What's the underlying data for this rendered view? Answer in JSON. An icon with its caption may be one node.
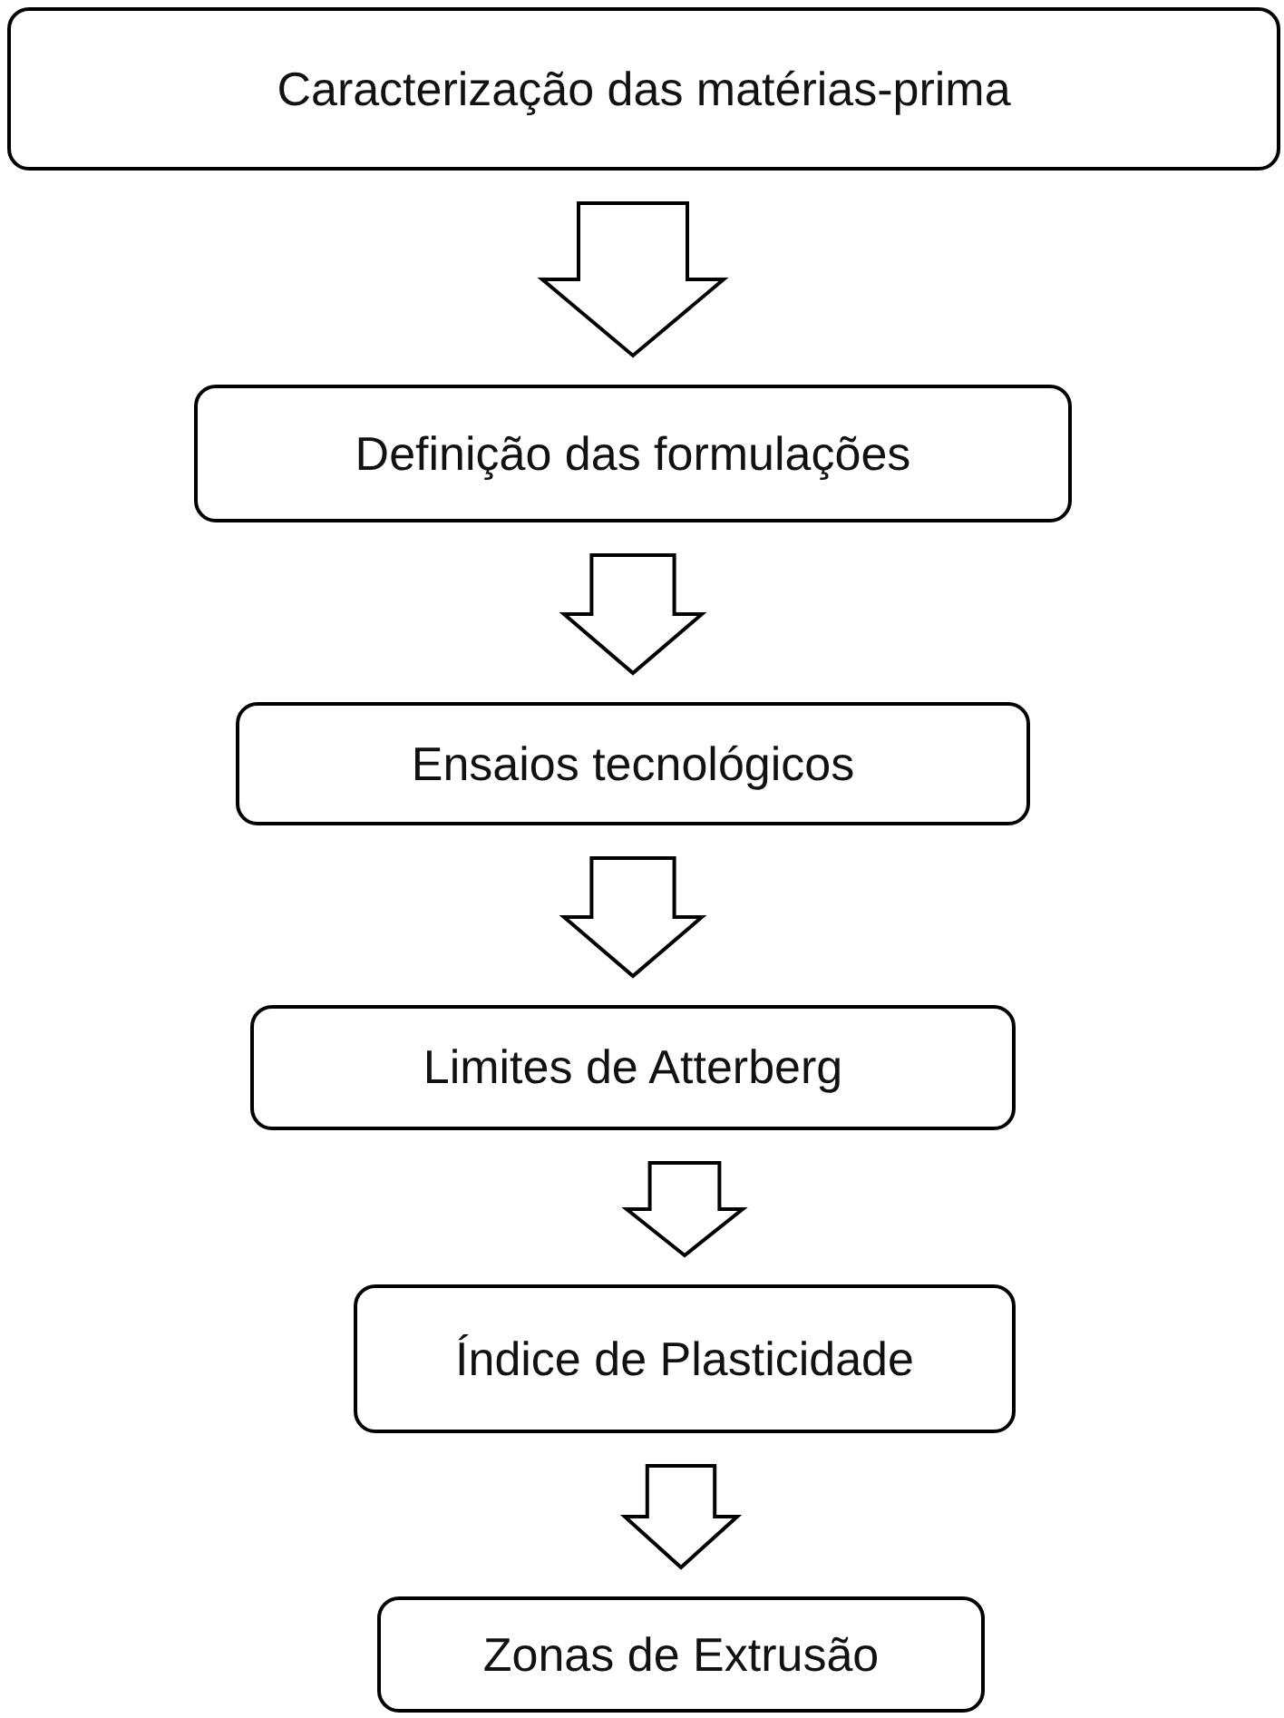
{
  "diagram": {
    "nodes": [
      {
        "text": [
          "Caracterização das matérias-prima"
        ]
      },
      {
        "text": [
          "Definição das formulações"
        ]
      },
      {
        "text": [
          "Ensaios tecnológicos"
        ]
      },
      {
        "text": [
          "Limites de Atterberg"
        ]
      },
      {
        "text": [
          "Índice de Plasticidade"
        ]
      },
      {
        "text": [
          "Zonas de Extrusão"
        ]
      }
    ],
    "edges": [
      {
        "from": 0,
        "to": 1,
        "arrow": "to"
      },
      {
        "from": 1,
        "to": 2,
        "arrow": "to"
      },
      {
        "from": 2,
        "to": 3,
        "arrow": "to"
      },
      {
        "from": 3,
        "to": 4,
        "arrow": "to"
      },
      {
        "from": 4,
        "to": 5,
        "arrow": "to"
      }
    ]
  }
}
